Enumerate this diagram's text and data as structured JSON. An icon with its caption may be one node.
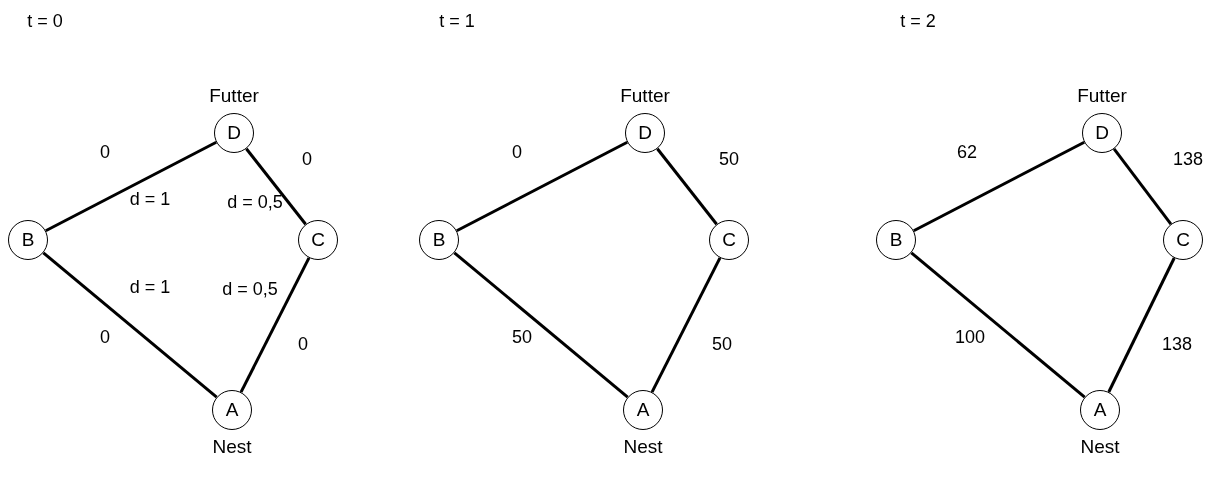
{
  "diagram": {
    "nodes": [
      {
        "text": [
          "D"
        ],
        "beside": [
          "Futter"
        ]
      },
      {
        "text": [
          "B"
        ]
      },
      {
        "text": [
          "C"
        ]
      },
      {
        "text": [
          "A"
        ],
        "beside": [
          "Nest"
        ]
      },
      {
        "text": [
          "D"
        ],
        "beside": [
          "Futter"
        ]
      },
      {
        "text": [
          "B"
        ]
      },
      {
        "text": [
          "C"
        ]
      },
      {
        "text": [
          "A"
        ],
        "beside": [
          "Nest"
        ]
      },
      {
        "text": [
          "D"
        ],
        "beside": [
          "Futter"
        ]
      },
      {
        "text": [
          "B"
        ]
      },
      {
        "text": [
          "C"
        ]
      },
      {
        "text": [
          "A"
        ],
        "beside": [
          "Nest"
        ]
      }
    ],
    "edges": [
      {
        "from": 1,
        "to": 0,
        "arrow": "none",
        "label": "0"
      },
      {
        "from": 0,
        "to": 2,
        "arrow": "none",
        "label": "0"
      },
      {
        "from": 1,
        "to": 3,
        "arrow": "none",
        "label": "0"
      },
      {
        "from": 2,
        "to": 3,
        "arrow": "none",
        "label": "0"
      },
      {
        "from": 5,
        "to": 4,
        "arrow": "none",
        "label": "0"
      },
      {
        "from": 4,
        "to": 6,
        "arrow": "none",
        "label": "50"
      },
      {
        "from": 5,
        "to": 7,
        "arrow": "none",
        "label": "50"
      },
      {
        "from": 6,
        "to": 7,
        "arrow": "none",
        "label": "50"
      },
      {
        "from": 9,
        "to": 8,
        "arrow": "none",
        "label": "62"
      },
      {
        "from": 8,
        "to": 10,
        "arrow": "none",
        "label": "138"
      },
      {
        "from": 9,
        "to": 11,
        "arrow": "none",
        "label": "100"
      },
      {
        "from": 10,
        "to": 11,
        "arrow": "none",
        "label": "138"
      }
    ],
    "labels": [
      "t = 0",
      "d = 1",
      "d = 0,5",
      "d = 1",
      "d = 0,5",
      "t = 1",
      "t = 2"
    ]
  }
}
